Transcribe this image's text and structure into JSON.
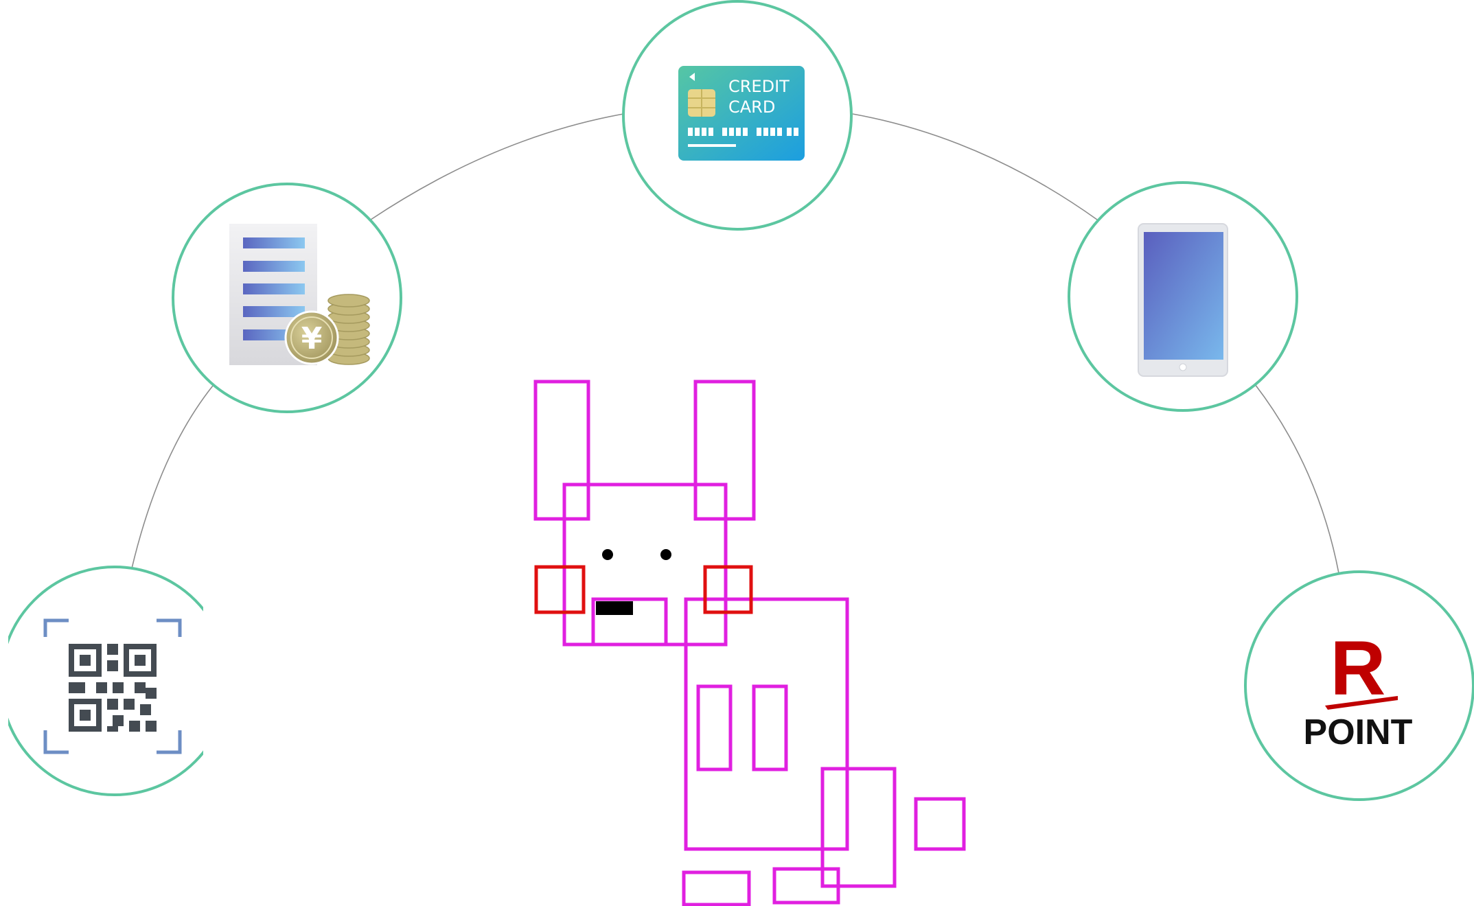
{
  "colors": {
    "ring": "#5cc6a0",
    "arc": "#8c8c8c",
    "mascot_outline": "#e020e0",
    "mascot_cheek": "#e01010",
    "mascot_face": "#000000",
    "card_gradient_start": "#56c6a4",
    "card_gradient_end": "#1c9ee0",
    "card_chip": "#e8d58a",
    "doc_bar_start": "#5a66c0",
    "doc_bar_end": "#8cc8f0",
    "coin": "#b8ac6e",
    "tablet_screen_start": "#5a5fbe",
    "tablet_screen_end": "#79b8ec",
    "qr_dark": "#444b52",
    "qr_corner": "#6d8ec4",
    "rakuten_red": "#bf0000",
    "point_text": "#111111"
  },
  "nodes": [
    {
      "id": "qr-code",
      "icon": "qr-code-icon"
    },
    {
      "id": "bill-payment",
      "icon": "invoice-coins-icon",
      "currency_symbol": "¥"
    },
    {
      "id": "credit-card",
      "icon": "credit-card-icon",
      "label_line1": "CREDIT",
      "label_line2": "CARD"
    },
    {
      "id": "smartphone",
      "icon": "tablet-icon"
    },
    {
      "id": "rakuten-point",
      "icon": "rakuten-r-icon",
      "letter": "R",
      "label": "POINT"
    }
  ],
  "mascot": {
    "icon": "rabbit-mascot-icon"
  }
}
